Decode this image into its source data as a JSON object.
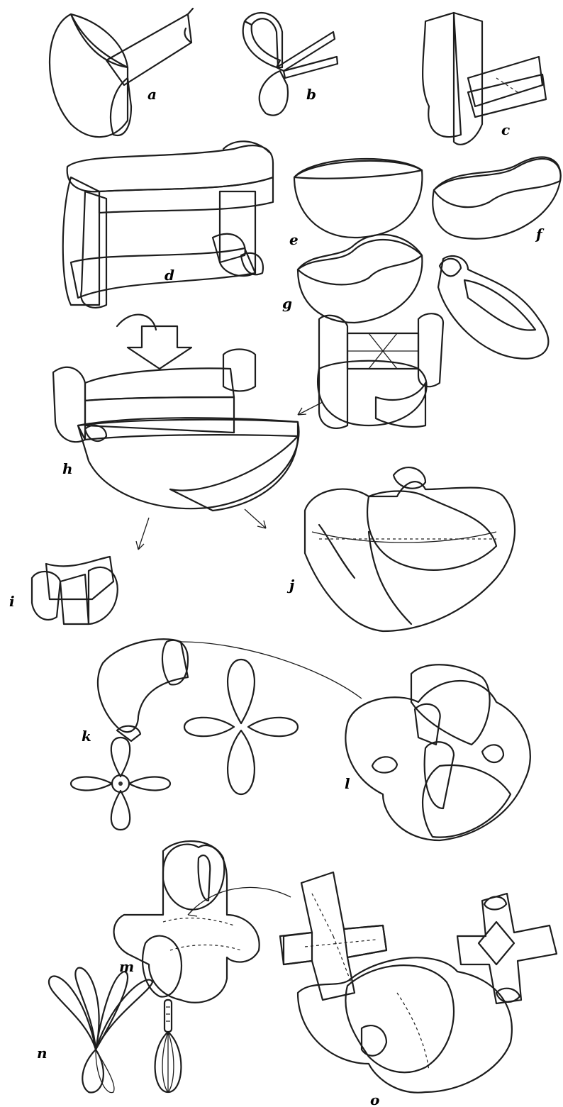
{
  "colors": {
    "orange": "#f08a5d",
    "orange_light": "#f7b08e",
    "dark": "#4a4a4a",
    "dark_mid": "#7c7c7c",
    "ink": "#1d1d1d",
    "background": "#ffffff"
  },
  "labels": {
    "a": "a",
    "b": "b",
    "c": "c",
    "d": "d",
    "e": "e",
    "f": "f",
    "g": "g",
    "h": "h",
    "i": "i",
    "j": "j",
    "k": "k",
    "l": "l",
    "m": "m",
    "n": "n",
    "o": "o"
  },
  "icons": [
    "curved-arrow-icon",
    "flow-arrow-icon"
  ]
}
